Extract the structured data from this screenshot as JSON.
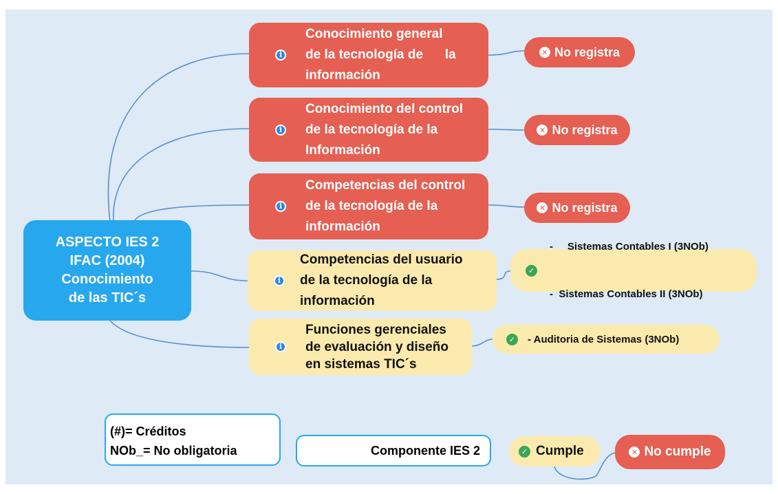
{
  "root": {
    "lines": [
      "ASPECTO IES 2",
      "IFAC (2004)",
      "Conocimiento",
      "de las TIC´s"
    ]
  },
  "topics": [
    {
      "text": "Conocimiento general\nde la tecnología de      la\ninformación",
      "status": "no",
      "result": "No registra"
    },
    {
      "text": "Conocimiento del control\nde la tecnología de la\nInformación",
      "status": "no",
      "result": "No registra"
    },
    {
      "text": "Competencias del control\nde la tecnología de la\ninformación",
      "status": "no",
      "result": "No registra"
    },
    {
      "text": "Competencias del usuario\nde la tecnología de la\ninformación",
      "status": "yes",
      "result_lines": [
        "-     Sistemas Contables I (3NOb)",
        "-  Sistemas Contables II (3NOb)"
      ]
    },
    {
      "text": "Funciones gerenciales\nde evaluación y diseño\nen sistemas TIC´s",
      "status": "yes",
      "result_lines": [
        "- Auditoria de Sistemas (3NOb)"
      ]
    }
  ],
  "legend": {
    "credits": "(#)= Créditos",
    "nob": "NOb_= No obligatoria",
    "component": "Componente IES 2",
    "cumple": "Cumple",
    "no_cumple": "No cumple"
  },
  "colors": {
    "root": "#27a7ee",
    "red": "#e55f52",
    "yellow": "#fbeaae",
    "check": "#3aa655",
    "link": "#5a8fc8"
  }
}
